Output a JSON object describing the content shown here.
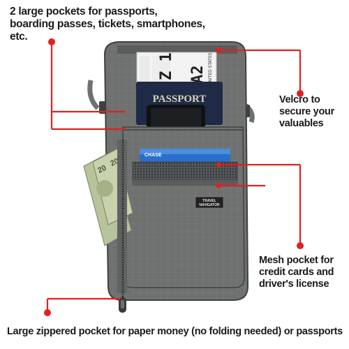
{
  "callouts": {
    "top": {
      "line1": "2 large pockets for passports,",
      "line2": "boarding passes, tickets, smartphones, etc."
    },
    "right_top": {
      "line1": "Velcro to",
      "line2": "secure your",
      "line3": "valuables"
    },
    "right_bottom": {
      "line1": "Mesh pocket for",
      "line2": "credit cards and",
      "line3": "driver's license"
    },
    "bottom": "Large zippered pocket for paper money (no folding needed) or passports"
  },
  "product": {
    "passport_label": "PASSPORT",
    "boarding_text": "A2",
    "boarding_side": "UNITED STATES",
    "card_brand": "CHASE",
    "brand_tag_line1": "TRAVEL",
    "brand_tag_line2": "NAVIGATOR"
  },
  "colors": {
    "accent_red": "#e02020",
    "pouch_gray": "#6e7170",
    "pouch_dark": "#4d504f",
    "passport_navy": "#1f2a47",
    "card_blue": "#2a6fc9",
    "money_green": "#b7c39a"
  }
}
